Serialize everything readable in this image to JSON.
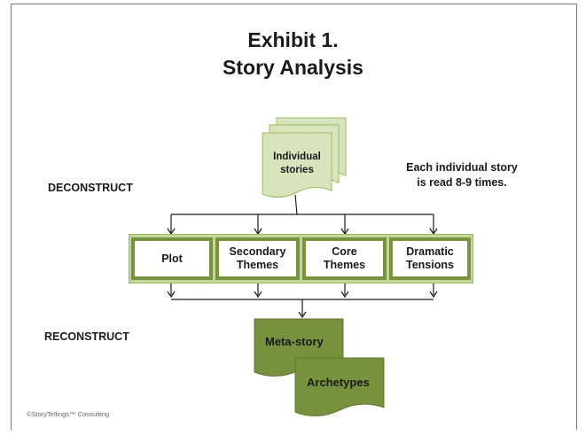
{
  "title_line1": "Exhibit 1.",
  "title_line2": "Story Analysis",
  "labels": {
    "deconstruct": "DECONSTRUCT",
    "reconstruct": "RECONSTRUCT"
  },
  "note": {
    "line1": "Each individual story",
    "line2": "is read 8-9 times."
  },
  "source_doc": {
    "line1": "Individual",
    "line2": "stories"
  },
  "analysis_boxes": [
    {
      "line1": "Plot",
      "line2": ""
    },
    {
      "line1": "Secondary",
      "line2": "Themes"
    },
    {
      "line1": "Core",
      "line2": "Themes"
    },
    {
      "line1": "Dramatic",
      "line2": "Tensions"
    }
  ],
  "outputs": {
    "meta_story": "Meta-story",
    "archetypes": "Archetypes"
  },
  "copyright": "©StoryTellings™ Consulting",
  "colors": {
    "light_green": "#d7e4bc",
    "light_green_border": "#9bbb59",
    "mid_green": "#77933c",
    "dark_green": "#76923c",
    "frame_fill": "#c4d79b",
    "arrow": "#1a1a1a"
  }
}
